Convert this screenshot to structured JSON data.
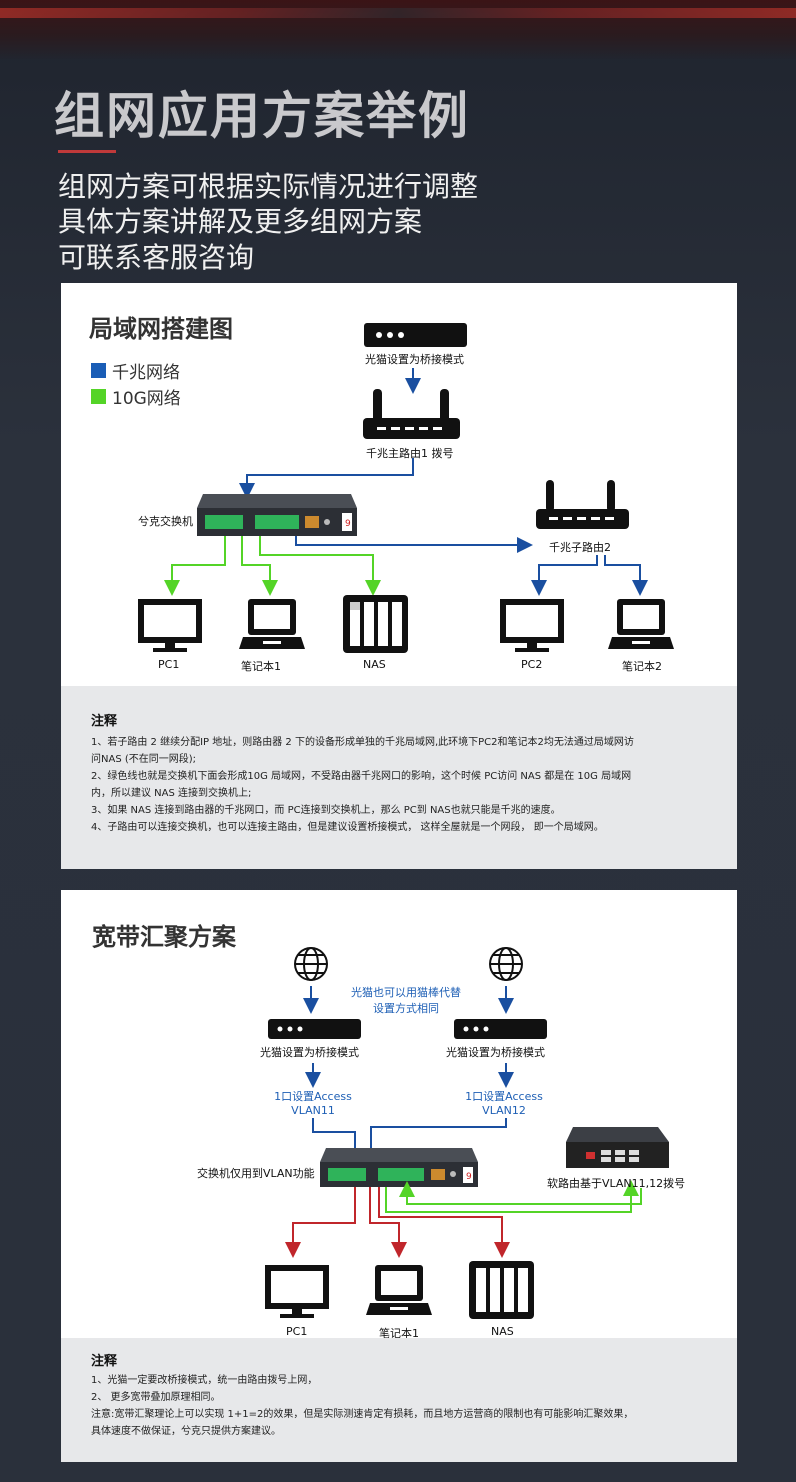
{
  "hero": {
    "title": "组网应用方案举例",
    "subtitle_lines": [
      "组网方案可根据实际情况进行调整",
      "具体方案讲解及更多组网方案",
      "可联系客服咨询"
    ]
  },
  "lan": {
    "title": "局域网搭建图",
    "legend": [
      {
        "label": "千兆网络",
        "color": "#1a5db6"
      },
      {
        "label": "10G网络",
        "color": "#54d427"
      }
    ],
    "modem_label": "光猫设置为桥接模式",
    "router1_label": "千兆主路由1 拨号",
    "switch_label": "兮克交换机",
    "router2_label": "千兆子路由2",
    "pc1_label": "PC1",
    "laptop1_label": "笔记本1",
    "nas_label": "NAS",
    "pc2_label": "PC2",
    "laptop2_label": "笔记本2",
    "note_title": "注释",
    "notes": [
      "1、若子路由 2 继续分配IP 地址，则路由器 2 下的设备形成单独的千兆局域网,此环境下PC2和笔记本2均无法通过局域网访\n问NAS (不在同一网段);",
      "2、绿色线也就是交换机下面会形成10G 局域网，不受路由器千兆网口的影响，这个时候 PC访问 NAS 都是在 10G 局域网\n内，所以建议 NAS 连接到交换机上;",
      "3、如果 NAS 连接到路由器的千兆网口，而 PC连接到交换机上，那么 PC到 NAS也就只能是千兆的速度。",
      "4、子路由可以连接交换机，也可以连接主路由，但是建议设置桥接模式， 这样全屋就是一个网段， 即一个局域网。"
    ]
  },
  "bb": {
    "title": "宽带汇聚方案",
    "modem_hint_1": "光猫也可以用猫棒代替",
    "modem_hint_2": "设置方式相同",
    "modem1_label": "光猫设置为桥接模式",
    "modem2_label": "光猫设置为桥接模式",
    "port1_1": "1口设置Access",
    "port1_2": "VLAN11",
    "port2_1": "1口设置Access",
    "port2_2": "VLAN12",
    "switch_label": "交换机仅用到VLAN功能",
    "softrouter_label": "软路由基于VLAN11,12拨号",
    "pc1_label": "PC1",
    "laptop1_label": "笔记本1",
    "nas_label": "NAS",
    "note_title": "注释",
    "notes": [
      "1、光猫一定要改桥接模式，统一由路由拨号上网，",
      "2、 更多宽带叠加原理相同。",
      "注意:宽带汇聚理论上可以实现 1+1=2的效果，但是实际测速肯定有损耗，而且地方运营商的限制也有可能影响汇聚效果，\n具体速度不做保证，兮克只提供方案建议。"
    ]
  },
  "colors": {
    "blue": "#1a4fa0",
    "green": "#54d427",
    "red": "#c0262b"
  }
}
